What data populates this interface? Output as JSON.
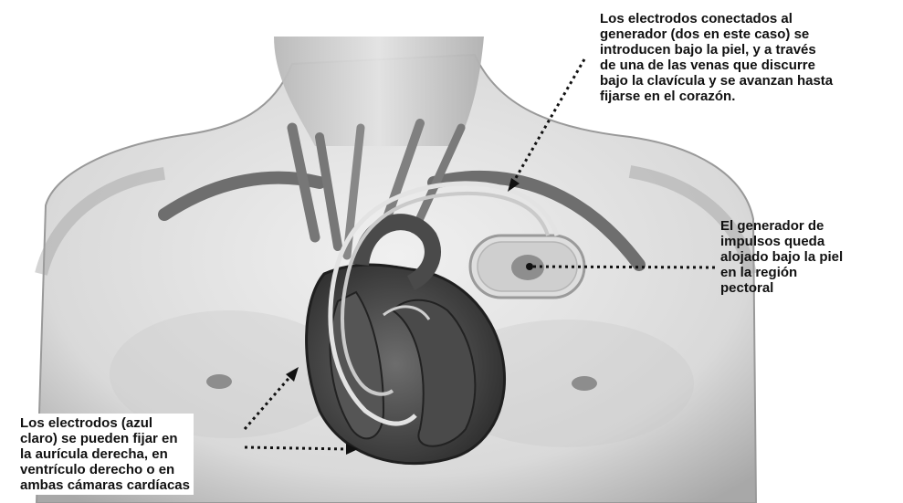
{
  "annotations": {
    "electrodes_path": [
      "Los electrodos conectados al",
      "generador (dos en este caso) se",
      "introducen bajo la piel, y  a través",
      "de una de las venas que discurre",
      "bajo la clavícula y se avanzan hasta",
      "fijarse en el corazón."
    ],
    "generator": [
      "El generador de",
      "impulsos queda",
      "alojado bajo la piel",
      "en la región",
      "pectoral"
    ],
    "electrodes_fixation": [
      "Los electrodos  (azul",
      "claro) se pueden fijar en",
      "la aurícula derecha, en",
      "ventrículo derecho o en",
      "ambas cámaras cardíacas"
    ]
  },
  "colors": {
    "skin_light": "#e9e9e9",
    "skin_shadow": "#bcbcbc",
    "vessel": "#7a7a7a",
    "heart_dark": "#3a3a3a",
    "lead_light": "#d8d8d8",
    "text": "#111111"
  }
}
